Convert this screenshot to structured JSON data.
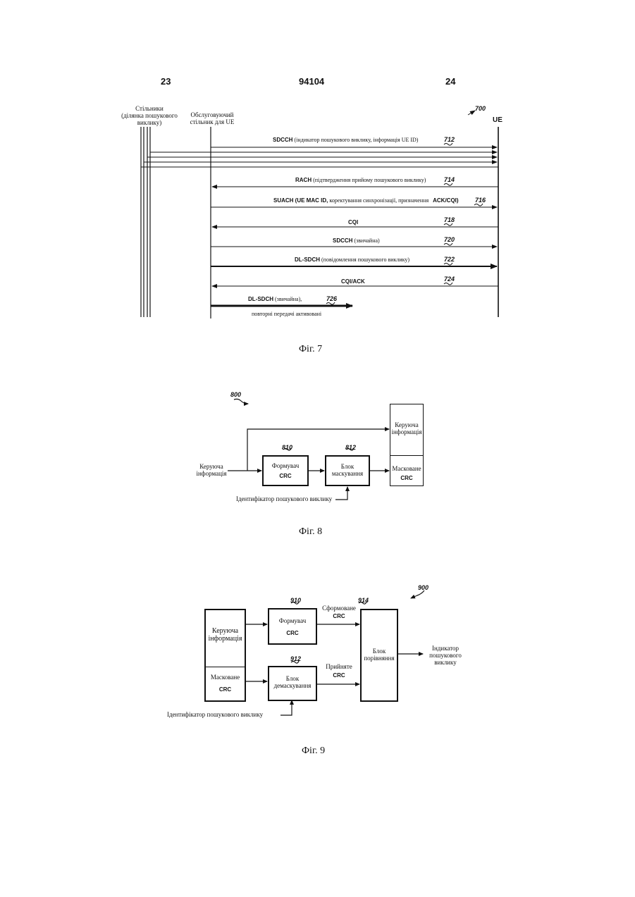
{
  "header": {
    "page_left": "23",
    "doc_number": "94104",
    "page_right": "24"
  },
  "fig7": {
    "caption": "Фіг. 7",
    "ref": "700",
    "col_cells_l1": "Стільники",
    "col_cells_l2": "(ділянка пошукового",
    "col_cells_l3": "виклику)",
    "col_serving_l1": "Обслуговуючий",
    "col_serving_l2": "стільник для UE",
    "col_ue": "UE",
    "msg712_bold": "SDCCH",
    "msg712_rest": "(індикатор пошукового виклику, інформація UE ID)",
    "msg712_ref": "712",
    "msg714_bold": "RACH",
    "msg714_rest": "(підтвердження прийому пошукового виклику)",
    "msg714_ref": "714",
    "msg716_bold": "SUACH (UE MAC ID,",
    "msg716_rest": "коректування синхронізації, призначення",
    "msg716_bold2": "ACK/CQI)",
    "msg716_ref": "716",
    "msg718_bold": "CQI",
    "msg718_ref": "718",
    "msg720_bold": "SDCCH",
    "msg720_rest": "(звичайна)",
    "msg720_ref": "720",
    "msg722_bold": "DL-SDCH",
    "msg722_rest": "(повідомлення пошукового виклику)",
    "msg722_ref": "722",
    "msg724_bold": "CQI/ACK",
    "msg724_ref": "724",
    "msg726_bold": "DL-SDCH",
    "msg726_rest": "(звичайна),",
    "msg726_ref": "726",
    "msg726_line2": "повторні передачі активовані"
  },
  "fig8": {
    "caption": "Фіг. 8",
    "ref": "800",
    "input_l1": "Керуюча",
    "input_l2": "інформація",
    "crc_gen_ref": "810",
    "crc_gen_l1": "Формувач",
    "crc_gen_l2": "CRC",
    "mask_ref": "812",
    "mask_l1": "Блок",
    "mask_l2": "маскування",
    "out_ctrl_l1": "Керуюча",
    "out_ctrl_l2": "інформація",
    "out_masked_l1": "Масковане",
    "out_masked_l2": "CRC",
    "page_id": "Ідентифікатор пошукового виклику"
  },
  "fig9": {
    "caption": "Фіг. 9",
    "ref": "900",
    "in_ctrl_l1": "Керуюча",
    "in_ctrl_l2": "інформація",
    "in_masked_l1": "Масковане",
    "in_masked_l2": "CRC",
    "crc_gen_ref": "910",
    "crc_gen_l1": "Формувач",
    "crc_gen_l2": "CRC",
    "demask_ref": "912",
    "demask_l1": "Блок",
    "demask_l2": "демаскування",
    "formed_l1": "Сформоване",
    "formed_l2": "CRC",
    "received_l1": "Прийняте",
    "received_l2": "CRC",
    "compare_ref": "914",
    "compare_l1": "Блок",
    "compare_l2": "порівняння",
    "out_l1": "Індикатор",
    "out_l2": "пошукового",
    "out_l3": "виклику",
    "page_id": "Ідентифікатор пошукового виклику"
  }
}
